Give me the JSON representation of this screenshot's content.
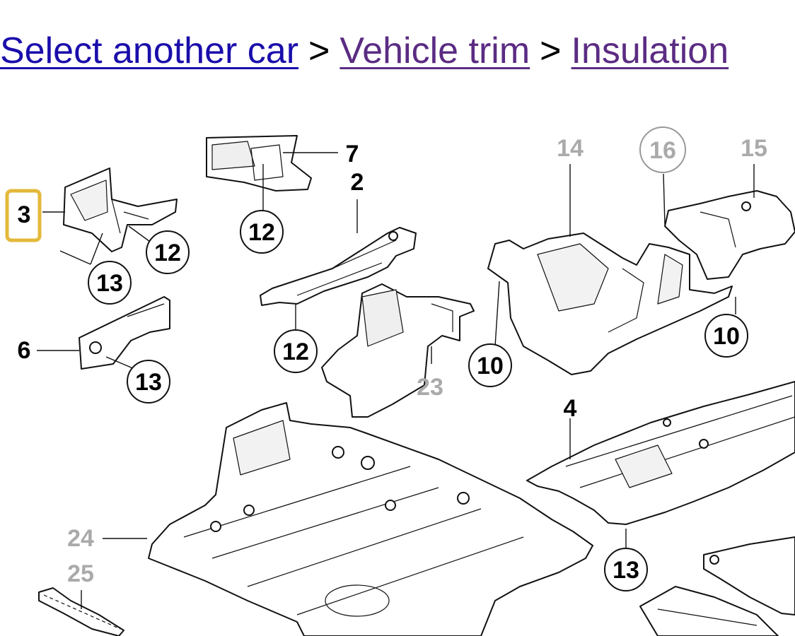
{
  "breadcrumb": {
    "items": [
      {
        "label": "Select another car",
        "style": "link"
      },
      {
        "label": "Vehicle trim",
        "style": "visited"
      },
      {
        "label": "Insulation",
        "style": "visited"
      }
    ],
    "separator": ">"
  },
  "diagram": {
    "highlight_color": "#e4b93a",
    "callouts": {
      "c3": "3",
      "c6": "6",
      "c7": "7",
      "c2": "2",
      "c4": "4",
      "c14": "14",
      "c15": "15",
      "c16": "16",
      "c23": "23",
      "c24": "24",
      "c25": "25",
      "c12a": "12",
      "c12b": "12",
      "c12c": "12",
      "c13a": "13",
      "c13b": "13",
      "c13c": "13",
      "c10a": "10",
      "c10b": "10"
    }
  }
}
